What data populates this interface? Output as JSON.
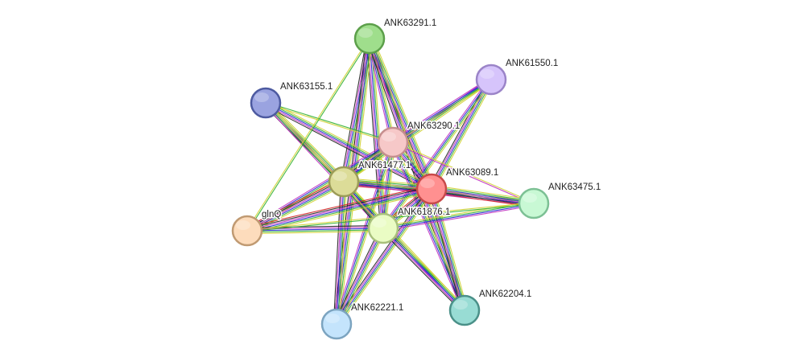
{
  "network": {
    "nodes": [
      {
        "id": "ANK63291.1",
        "label": "ANK63291.1",
        "fill": "#9fde8c",
        "border": "#5c9f4a"
      },
      {
        "id": "ANK61550.1",
        "label": "ANK61550.1",
        "fill": "#d6c4fb",
        "border": "#9b84c8"
      },
      {
        "id": "ANK63155.1",
        "label": "ANK63155.1",
        "fill": "#9aa3e0",
        "border": "#4d5aa0"
      },
      {
        "id": "ANK63290.1",
        "label": "ANK63290.1",
        "fill": "#f6c8c8",
        "border": "#c58f8f"
      },
      {
        "id": "ANK61477.1",
        "label": "ANK61477.1",
        "fill": "#dcdc98",
        "border": "#9c9c58"
      },
      {
        "id": "ANK63089.1",
        "label": "ANK63089.1",
        "fill": "#ff9090",
        "border": "#c84a4a"
      },
      {
        "id": "ANK63475.1",
        "label": "ANK63475.1",
        "fill": "#c8f8d4",
        "border": "#7cc094"
      },
      {
        "id": "glnQ",
        "label": "glnQ",
        "fill": "#fddcbc",
        "border": "#c09a72"
      },
      {
        "id": "ANK61876.1",
        "label": "ANK61876.1",
        "fill": "#eafcc4",
        "border": "#a8c07c"
      },
      {
        "id": "ANK62221.1",
        "label": "ANK62221.1",
        "fill": "#c4e4fc",
        "border": "#7ca4c0"
      },
      {
        "id": "ANK62204.1",
        "label": "ANK62204.1",
        "fill": "#98dcd4",
        "border": "#4a9088"
      }
    ],
    "edges": [
      {
        "source": "ANK63291.1",
        "target": "ANK63089.1",
        "colors": [
          "#d0d030",
          "#30b030",
          "#2020d0",
          "#c030c0",
          "#202020",
          "#d02020"
        ]
      },
      {
        "source": "ANK63291.1",
        "target": "ANK61477.1",
        "colors": [
          "#d0d030",
          "#30b030",
          "#2020d0",
          "#c030c0",
          "#202020"
        ]
      },
      {
        "source": "ANK63291.1",
        "target": "ANK61876.1",
        "colors": [
          "#d0d030",
          "#30b030",
          "#2020d0",
          "#c030c0",
          "#202020"
        ]
      },
      {
        "source": "ANK63291.1",
        "target": "ANK63290.1",
        "colors": [
          "#d0d030",
          "#30b030",
          "#2020d0",
          "#c030c0"
        ]
      },
      {
        "source": "ANK63291.1",
        "target": "ANK62221.1",
        "colors": [
          "#d0d030",
          "#30b030",
          "#2020d0",
          "#c030c0",
          "#202020"
        ]
      },
      {
        "source": "ANK63291.1",
        "target": "ANK62204.1",
        "colors": [
          "#d0d030",
          "#30b030",
          "#2020d0",
          "#c030c0",
          "#202020"
        ]
      },
      {
        "source": "ANK61550.1",
        "target": "ANK63089.1",
        "colors": [
          "#d0d030",
          "#30b030",
          "#2020d0",
          "#c030c0",
          "#202020"
        ]
      },
      {
        "source": "ANK61550.1",
        "target": "ANK61477.1",
        "colors": [
          "#d0d030",
          "#30b030",
          "#2020d0",
          "#c030c0"
        ]
      },
      {
        "source": "ANK61550.1",
        "target": "ANK61876.1",
        "colors": [
          "#d0d030",
          "#30b030",
          "#2020d0",
          "#c030c0"
        ]
      },
      {
        "source": "ANK61550.1",
        "target": "ANK63290.1",
        "colors": [
          "#d0d030",
          "#30b030",
          "#2020d0",
          "#c030c0"
        ]
      },
      {
        "source": "ANK63155.1",
        "target": "ANK61477.1",
        "colors": [
          "#d0d030",
          "#30b030",
          "#2020d0",
          "#c030c0",
          "#202020"
        ]
      },
      {
        "source": "ANK63155.1",
        "target": "ANK63089.1",
        "colors": [
          "#d0d030",
          "#30b030",
          "#2020d0",
          "#c030c0",
          "#202020"
        ]
      },
      {
        "source": "ANK63155.1",
        "target": "ANK61876.1",
        "colors": [
          "#d0d030",
          "#30b030",
          "#2020d0",
          "#c030c0"
        ]
      },
      {
        "source": "ANK63155.1",
        "target": "ANK63290.1",
        "colors": [
          "#30b030",
          "#d0d030"
        ]
      },
      {
        "source": "ANK63290.1",
        "target": "ANK63089.1",
        "colors": [
          "#d0d030",
          "#30b030",
          "#2020d0",
          "#c030c0",
          "#202020"
        ]
      },
      {
        "source": "ANK63290.1",
        "target": "ANK61477.1",
        "colors": [
          "#d0d030",
          "#30b030",
          "#2020d0",
          "#c030c0",
          "#202020"
        ]
      },
      {
        "source": "ANK63290.1",
        "target": "ANK61876.1",
        "colors": [
          "#d0d030",
          "#30b030",
          "#2020d0",
          "#c030c0"
        ]
      },
      {
        "source": "ANK63290.1",
        "target": "glnQ",
        "colors": [
          "#d0d030",
          "#30b030",
          "#2020d0",
          "#c030c0"
        ]
      },
      {
        "source": "ANK63290.1",
        "target": "ANK62221.1",
        "colors": [
          "#d0d030",
          "#30b030",
          "#2020d0",
          "#c030c0"
        ]
      },
      {
        "source": "ANK63290.1",
        "target": "ANK62204.1",
        "colors": [
          "#d0d030",
          "#30b030",
          "#2020d0",
          "#c030c0"
        ]
      },
      {
        "source": "ANK63290.1",
        "target": "ANK63475.1",
        "colors": [
          "#d0d030",
          "#c030c0"
        ]
      },
      {
        "source": "ANK61477.1",
        "target": "ANK63089.1",
        "colors": [
          "#d0d030",
          "#30b030",
          "#2020d0",
          "#c030c0",
          "#202020",
          "#d02020"
        ]
      },
      {
        "source": "ANK61477.1",
        "target": "ANK61876.1",
        "colors": [
          "#d0d030",
          "#30b030",
          "#2020d0",
          "#c030c0",
          "#202020"
        ]
      },
      {
        "source": "ANK61477.1",
        "target": "glnQ",
        "colors": [
          "#d0d030",
          "#30b030",
          "#2020d0",
          "#c030c0",
          "#202020",
          "#d02020"
        ]
      },
      {
        "source": "ANK61477.1",
        "target": "ANK62221.1",
        "colors": [
          "#d0d030",
          "#30b030",
          "#2020d0",
          "#c030c0",
          "#202020"
        ]
      },
      {
        "source": "ANK61477.1",
        "target": "ANK62204.1",
        "colors": [
          "#d0d030",
          "#30b030",
          "#2020d0",
          "#c030c0"
        ]
      },
      {
        "source": "ANK61477.1",
        "target": "ANK63475.1",
        "colors": [
          "#d0d030",
          "#30b030",
          "#2020d0",
          "#c030c0"
        ]
      },
      {
        "source": "ANK63089.1",
        "target": "ANK61876.1",
        "colors": [
          "#d0d030",
          "#30b030",
          "#2020d0",
          "#c030c0",
          "#202020",
          "#d02020"
        ]
      },
      {
        "source": "ANK63089.1",
        "target": "glnQ",
        "colors": [
          "#d0d030",
          "#30b030",
          "#2020d0",
          "#c030c0",
          "#202020",
          "#d02020"
        ]
      },
      {
        "source": "ANK63089.1",
        "target": "ANK63475.1",
        "colors": [
          "#d0d030",
          "#30b030",
          "#2020d0",
          "#c030c0",
          "#202020",
          "#d02020"
        ]
      },
      {
        "source": "ANK63089.1",
        "target": "ANK62221.1",
        "colors": [
          "#d0d030",
          "#30b030",
          "#2020d0",
          "#c030c0",
          "#202020"
        ]
      },
      {
        "source": "ANK63089.1",
        "target": "ANK62204.1",
        "colors": [
          "#d0d030",
          "#30b030",
          "#2020d0",
          "#c030c0",
          "#202020"
        ]
      },
      {
        "source": "ANK61876.1",
        "target": "glnQ",
        "colors": [
          "#d0d030",
          "#30b030",
          "#2020d0",
          "#c030c0",
          "#202020"
        ]
      },
      {
        "source": "ANK61876.1",
        "target": "ANK63475.1",
        "colors": [
          "#d0d030",
          "#30b030",
          "#2020d0",
          "#c030c0"
        ]
      },
      {
        "source": "ANK61876.1",
        "target": "ANK62221.1",
        "colors": [
          "#d0d030",
          "#30b030",
          "#2020d0",
          "#c030c0",
          "#202020"
        ]
      },
      {
        "source": "ANK61876.1",
        "target": "ANK62204.1",
        "colors": [
          "#d0d030",
          "#30b030",
          "#2020d0",
          "#c030c0",
          "#202020"
        ]
      },
      {
        "source": "ANK61876.1",
        "target": "ANK63155.1",
        "colors": [
          "#30b030",
          "#d0d030"
        ]
      },
      {
        "source": "ANK63291.1",
        "target": "glnQ",
        "colors": [
          "#30b030",
          "#d0d030"
        ]
      },
      {
        "source": "glnQ",
        "target": "ANK63475.1",
        "colors": [
          "#d0d030",
          "#30b030"
        ]
      }
    ]
  }
}
